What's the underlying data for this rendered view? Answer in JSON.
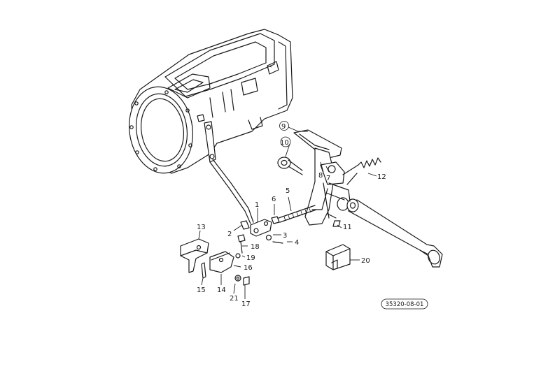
{
  "callouts": [
    {
      "id": "1",
      "label": "1"
    },
    {
      "id": "2",
      "label": "2"
    },
    {
      "id": "3",
      "label": "3"
    },
    {
      "id": "4",
      "label": "4"
    },
    {
      "id": "5",
      "label": "5"
    },
    {
      "id": "6",
      "label": "6"
    },
    {
      "id": "7",
      "label": "7"
    },
    {
      "id": "8",
      "label": "8"
    },
    {
      "id": "9",
      "label": "9"
    },
    {
      "id": "10",
      "label": "10"
    },
    {
      "id": "11",
      "label": "11"
    },
    {
      "id": "12",
      "label": "12"
    },
    {
      "id": "13",
      "label": "13"
    },
    {
      "id": "14",
      "label": "14"
    },
    {
      "id": "15",
      "label": "15"
    },
    {
      "id": "16",
      "label": "16"
    },
    {
      "id": "17",
      "label": "17"
    },
    {
      "id": "18",
      "label": "18"
    },
    {
      "id": "19",
      "label": "19"
    },
    {
      "id": "20",
      "label": "20"
    },
    {
      "id": "21",
      "label": "21"
    }
  ],
  "reference_code": "35320-08-01"
}
